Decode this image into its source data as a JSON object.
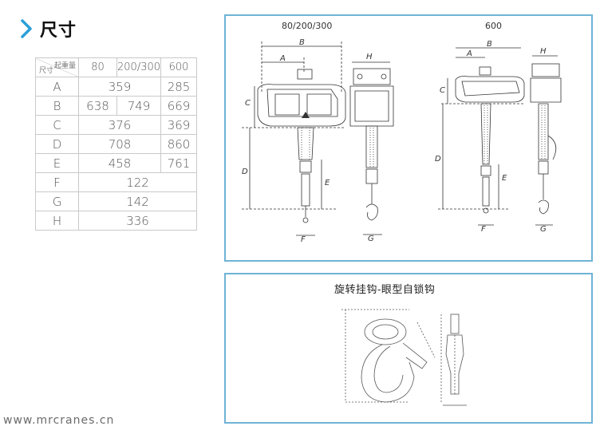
{
  "heading": {
    "title": "尺寸"
  },
  "table": {
    "corner_load": "起重量",
    "corner_dim": "尺寸",
    "columns": [
      "80",
      "200/300",
      "600"
    ],
    "rows": [
      {
        "label": "A",
        "cells": [
          "359",
          "285"
        ]
      },
      {
        "label": "B",
        "cells": [
          "638",
          "749",
          "669"
        ]
      },
      {
        "label": "C",
        "cells": [
          "376",
          "369"
        ]
      },
      {
        "label": "D",
        "cells": [
          "708",
          "860"
        ]
      },
      {
        "label": "E",
        "cells": [
          "458",
          "761"
        ]
      },
      {
        "label": "F",
        "cells": [
          "122"
        ]
      },
      {
        "label": "G",
        "cells": [
          "142"
        ]
      },
      {
        "label": "H",
        "cells": [
          "336"
        ]
      }
    ]
  },
  "drawing": {
    "model_left": "80/200/300",
    "model_right": "600",
    "dims": [
      "A",
      "B",
      "C",
      "D",
      "E",
      "F",
      "G",
      "H"
    ]
  },
  "hook": {
    "title": "旋转挂钩-眼型自锁钩"
  },
  "watermark": "www.mrcranes.cn"
}
